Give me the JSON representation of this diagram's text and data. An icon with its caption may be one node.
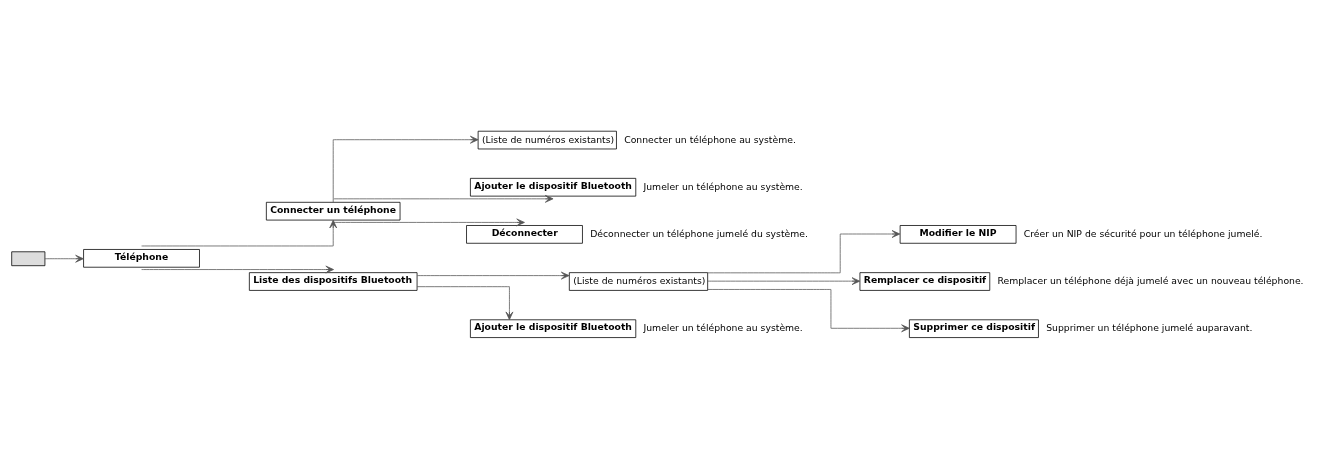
{
  "diagram": {
    "nodes": [
      {
        "text": [],
        "shape": "box"
      },
      {
        "text": [
          "Téléphone"
        ]
      },
      {
        "text": [
          "Connecter un téléphone"
        ]
      },
      {
        "text": [
          "(Liste de numéros existants)"
        ],
        "beside": [
          "Connecter un téléphone au système."
        ]
      },
      {
        "text": [
          "Ajouter le dispositif Bluetooth"
        ],
        "beside": [
          "Jumeler un téléphone au système."
        ]
      },
      {
        "text": [
          "Déconnecter"
        ],
        "beside": [
          "Déconnecter un téléphone jumelé du système."
        ]
      },
      {
        "text": [
          "Liste des dispositifs Bluetooth"
        ]
      },
      {
        "text": [
          "(Liste de numéros existants)"
        ]
      },
      {
        "text": [
          "Modifier le NIP"
        ],
        "beside": [
          "Créer un NIP de sécurité pour un téléphone jumelé."
        ]
      },
      {
        "text": [
          "Remplacer ce dispositif"
        ],
        "beside": [
          "Remplacer un téléphone déjà jumelé avec un nouveau téléphone."
        ]
      },
      {
        "text": [
          "Supprimer ce dispositif"
        ],
        "beside": [
          "Supprimer un téléphone jumelé auparavant."
        ]
      },
      {
        "text": [
          "Ajouter le dispositif Bluetooth"
        ],
        "beside": [
          "Jumeler un téléphone au système."
        ]
      }
    ],
    "edges": [
      {
        "from": 0,
        "to": 1,
        "arrow": "to"
      },
      {
        "from": 1,
        "to": 2,
        "arrow": "to"
      },
      {
        "from": 1,
        "to": 6,
        "arrow": "to"
      },
      {
        "from": 2,
        "to": 3,
        "arrow": "to"
      },
      {
        "from": 2,
        "to": 4,
        "arrow": "to"
      },
      {
        "from": 2,
        "to": 5,
        "arrow": "to"
      },
      {
        "from": 6,
        "to": 7,
        "arrow": "to"
      },
      {
        "from": 6,
        "to": 11,
        "arrow": "to"
      },
      {
        "from": 7,
        "to": 8,
        "arrow": "to"
      },
      {
        "from": 7,
        "to": 9,
        "arrow": "to"
      },
      {
        "from": 7,
        "to": 10,
        "arrow": "to"
      }
    ]
  }
}
